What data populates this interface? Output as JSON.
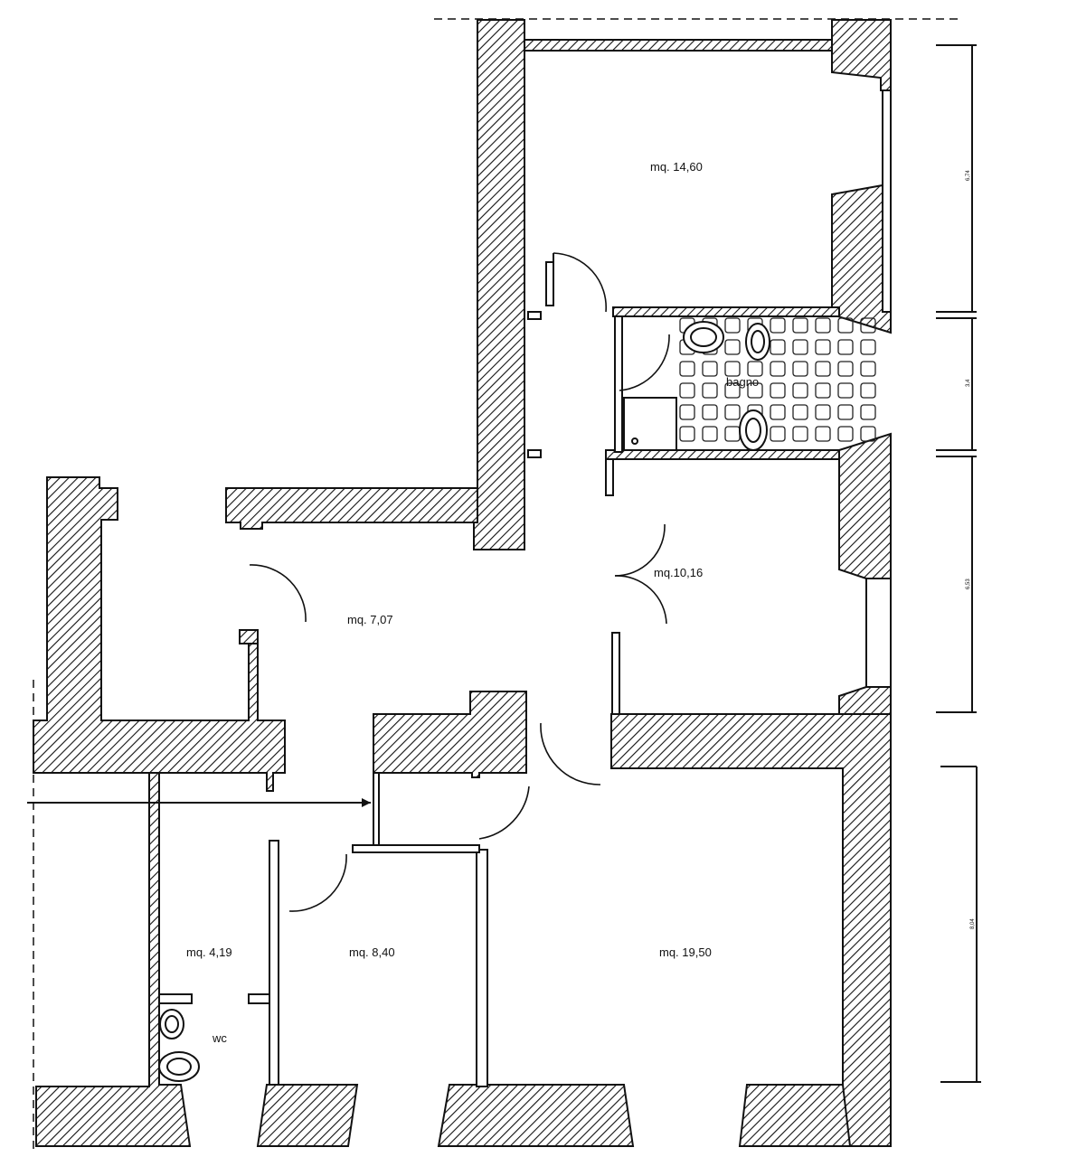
{
  "rooms": {
    "room_a": "mq. 14,60",
    "bagno": "bagno",
    "room_b": "mq.10,16",
    "room_c": "mq. 7,07",
    "room_d": "mq. 4,19",
    "wc": "wc",
    "room_e": "mq. 8,40",
    "room_f": "mq. 19,50"
  },
  "dimensions": {
    "d1": "6,74",
    "d2": "3,4",
    "d3": "6,53",
    "d4": "8,04"
  }
}
